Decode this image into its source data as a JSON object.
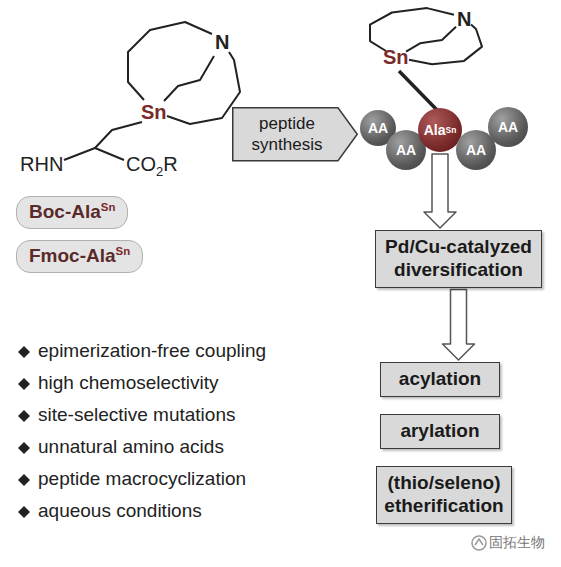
{
  "diagram": {
    "nodes": [
      {
        "text": [
          "peptide synthesis"
        ]
      },
      {
        "text": [
          "AA"
        ]
      },
      {
        "text": [
          "AA"
        ]
      },
      {
        "text": [
          "Ala",
          "Sn"
        ]
      },
      {
        "text": [
          "AA"
        ]
      },
      {
        "text": [
          "AA"
        ]
      },
      {
        "text": [
          "Boc-Ala",
          "Sn"
        ]
      },
      {
        "text": [
          "Fmoc-Ala",
          "Sn"
        ]
      },
      {
        "text": [
          "Pd/Cu-catalyzed diversification"
        ]
      },
      {
        "text": [
          "acylation"
        ]
      },
      {
        "text": [
          "arylation"
        ]
      },
      {
        "text": [
          "(thio/seleno) etherification"
        ]
      }
    ],
    "edges": [
      {
        "from": 3,
        "to": 8,
        "arrow": "to"
      },
      {
        "from": 8,
        "to": 9,
        "arrow": "to"
      }
    ],
    "labels": [
      "RHN",
      "CO",
      "2",
      "R",
      "Sn",
      "N",
      "Sn",
      "N",
      "epimerization-free coupling",
      "high chemoselectivity",
      "site-selective mutations",
      "unnatural amino acids",
      "peptide macrocyclization",
      "aqueous conditions",
      "固拓生物"
    ]
  }
}
